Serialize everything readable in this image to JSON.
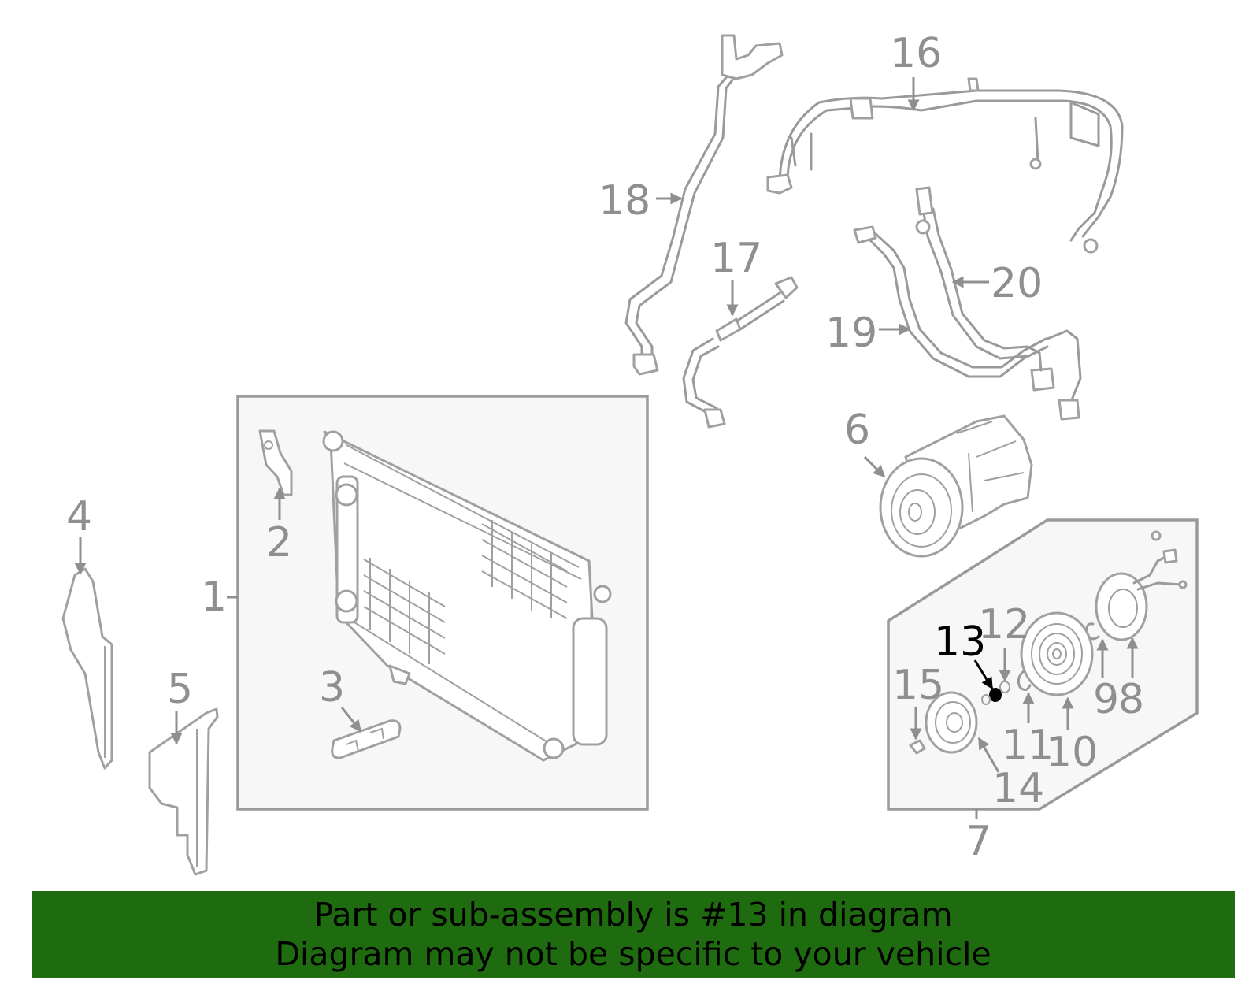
{
  "callouts": {
    "c1": "1",
    "c2": "2",
    "c3": "3",
    "c4": "4",
    "c5": "5",
    "c6": "6",
    "c7": "7",
    "c8": "8",
    "c9": "9",
    "c10": "10",
    "c11": "11",
    "c12": "12",
    "c13": "13",
    "c14": "14",
    "c15": "15",
    "c16": "16",
    "c17": "17",
    "c18": "18",
    "c19": "19",
    "c20": "20"
  },
  "highlighted_part": "13",
  "banner": {
    "line1": "Part or sub-assembly is #13 in diagram",
    "line2": "Diagram may not be specific to your vehicle",
    "background": "#1f6b10"
  },
  "colors": {
    "part_stroke": "#a0a0a0",
    "callout": "#8f8f8f",
    "highlight": "#000000"
  }
}
